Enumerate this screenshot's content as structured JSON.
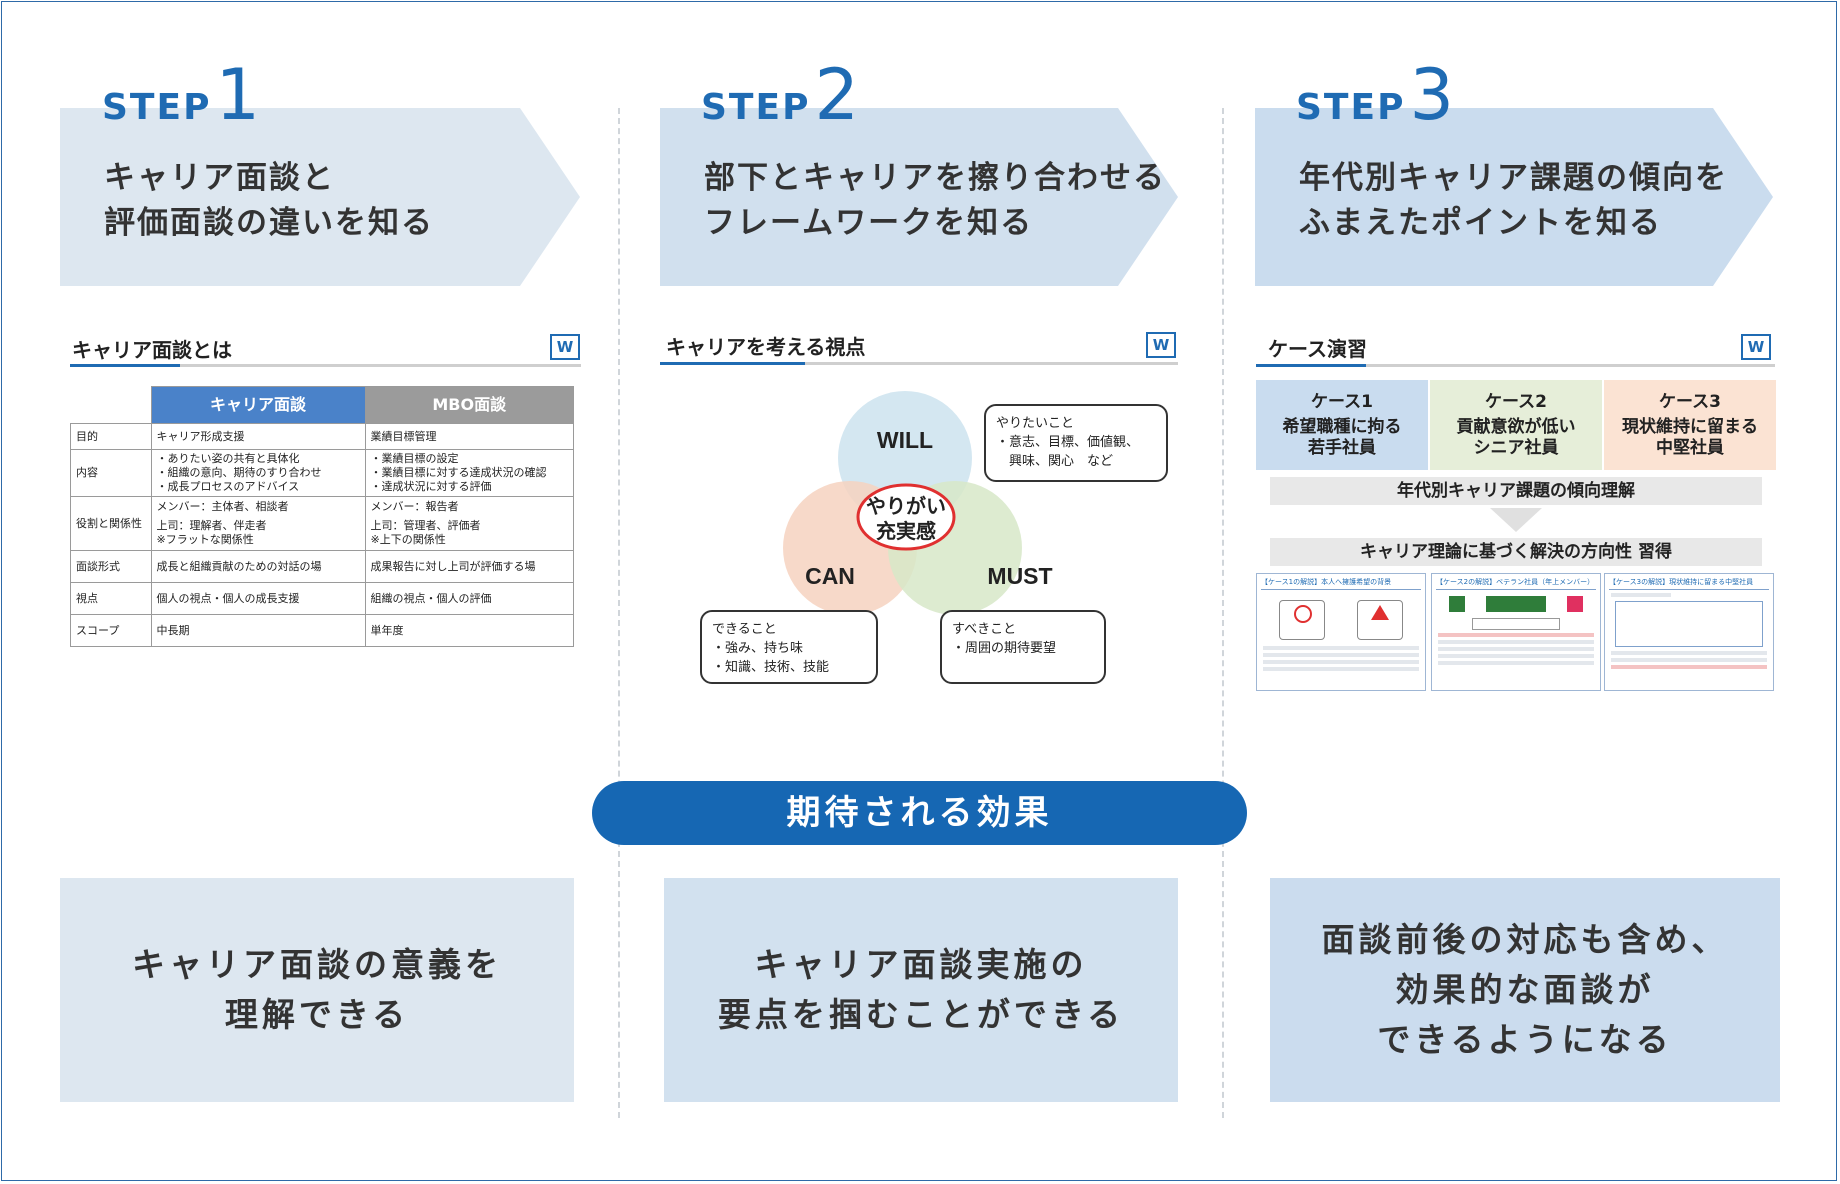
{
  "steps": [
    {
      "word": "STEP",
      "num": "1",
      "line1": "キャリア面談と",
      "line2": "評価面談の違いを知る"
    },
    {
      "word": "STEP",
      "num": "2",
      "line1": "部下とキャリアを擦り合わせる",
      "line2": "フレームワークを知る"
    },
    {
      "word": "STEP",
      "num": "3",
      "line1": "年代別キャリア課題の傾向を",
      "line2": "ふまえたポイントを知る"
    }
  ],
  "logo_text": "W",
  "slide1": {
    "title": "キャリア面談とは",
    "headers": [
      "キャリア面談",
      "MBO面談"
    ],
    "rows": [
      {
        "label": "目的",
        "a": [
          "キャリア形成支援"
        ],
        "b": [
          "業績目標管理"
        ]
      },
      {
        "label": "内容",
        "a": [
          "・ありたい姿の共有と具体化",
          "・組織の意向、期待のすり合わせ",
          "・成長プロセスのアドバイス"
        ],
        "b": [
          "・業績目標の設定",
          "・業績目標に対する達成状況の確認",
          "・達成状況に対する評価"
        ]
      },
      {
        "label": "役割と関係性",
        "a": [
          "メンバー：主体者、相談者",
          "上司：理解者、伴走者",
          "※フラットな関係性"
        ],
        "b": [
          "メンバー：報告者",
          "上司：管理者、評価者",
          "※上下の関係性"
        ]
      },
      {
        "label": "面談形式",
        "a": [
          "成長と組織貢献のための対話の場"
        ],
        "b": [
          "成果報告に対し上司が評価する場"
        ]
      },
      {
        "label": "視点",
        "a": [
          "個人の視点・個人の成長支援"
        ],
        "b": [
          "組織の視点・個人の評価"
        ]
      },
      {
        "label": "スコープ",
        "a": [
          "中長期"
        ],
        "b": [
          "単年度"
        ]
      }
    ]
  },
  "slide2": {
    "title": "キャリアを考える視点",
    "will": "WILL",
    "can": "CAN",
    "must": "MUST",
    "center_line1": "やりがい",
    "center_line2": "充実感",
    "will_bubble": {
      "title": "やりたいこと",
      "line1": "・意志、目標、価値観、",
      "line2": "　興味、関心　など"
    },
    "can_bubble": {
      "title": "できること",
      "line1": "・強み、持ち味",
      "line2": "・知識、技術、技能"
    },
    "must_bubble": {
      "title": "すべきこと",
      "line1": "・周囲の期待要望"
    }
  },
  "slide3": {
    "title": "ケース演習",
    "cases": [
      {
        "name": "ケース1",
        "line1": "希望職種に拘る",
        "line2": "若手社員",
        "color": "#c9dcef"
      },
      {
        "name": "ケース2",
        "line1": "貢献意欲が低い",
        "line2": "シニア社員",
        "color": "#e6eed9"
      },
      {
        "name": "ケース3",
        "line1": "現状維持に留まる",
        "line2": "中堅社員",
        "color": "#fbe3d3"
      }
    ],
    "band1": "年代別キャリア課題の傾向理解",
    "band2": "キャリア理論に基づく解決の方向性 習得",
    "mini_headers": [
      "【ケース1の解説】本人へ擁護希望の背景",
      "【ケース2の解説】ベテラン社員（年上メンバー）",
      "【ケース3の解説】現状維持に留まる中堅社員"
    ]
  },
  "effect_pill": "期待される効果",
  "effects": [
    {
      "line1": "キャリア面談の意義を",
      "line2": "理解できる",
      "line3": ""
    },
    {
      "line1": "キャリア面談実施の",
      "line2": "要点を掴むことができる",
      "line3": ""
    },
    {
      "line1": "面談前後の対応も含め、",
      "line2": "効果的な面談が",
      "line3": "できるようになる"
    }
  ],
  "colors": {
    "brand": "#1f6bb3",
    "arrow1": "#dde7f0",
    "arrow2": "#d1e0ee",
    "arrow3": "#cadcee",
    "effect1": "#dde7f0",
    "effect2": "#d2e1ef",
    "effect3": "#cbdcee",
    "header_career": "#4a82c9",
    "header_mbo": "#9b9b9b"
  }
}
